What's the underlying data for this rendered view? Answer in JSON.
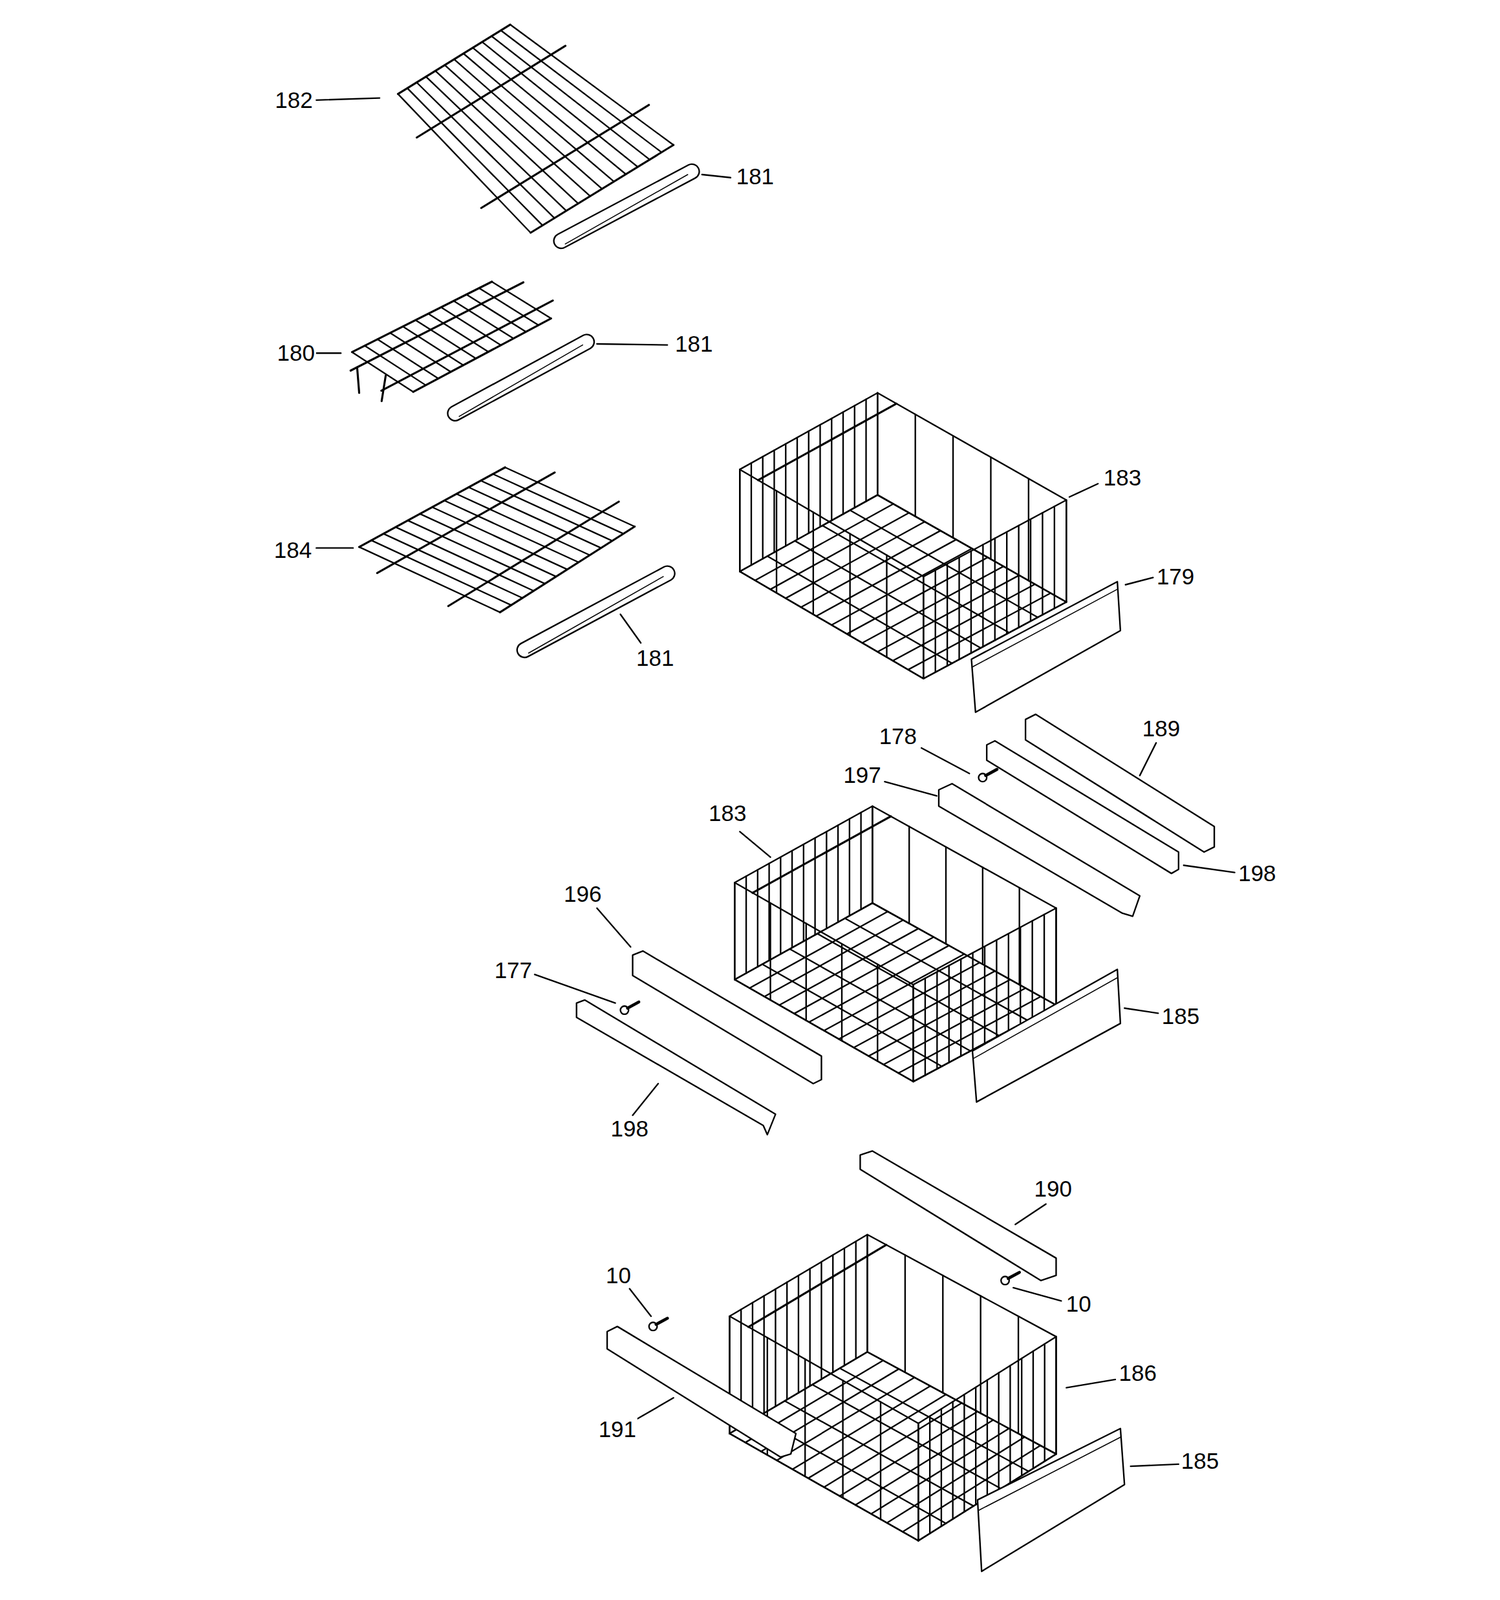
{
  "diagram": {
    "labels": [
      "182",
      "181",
      "180",
      "181",
      "184",
      "181",
      "183",
      "179",
      "178",
      "189",
      "197",
      "183",
      "198",
      "196",
      "177",
      "185",
      "198",
      "190",
      "10",
      "10",
      "186",
      "191",
      "185"
    ]
  }
}
